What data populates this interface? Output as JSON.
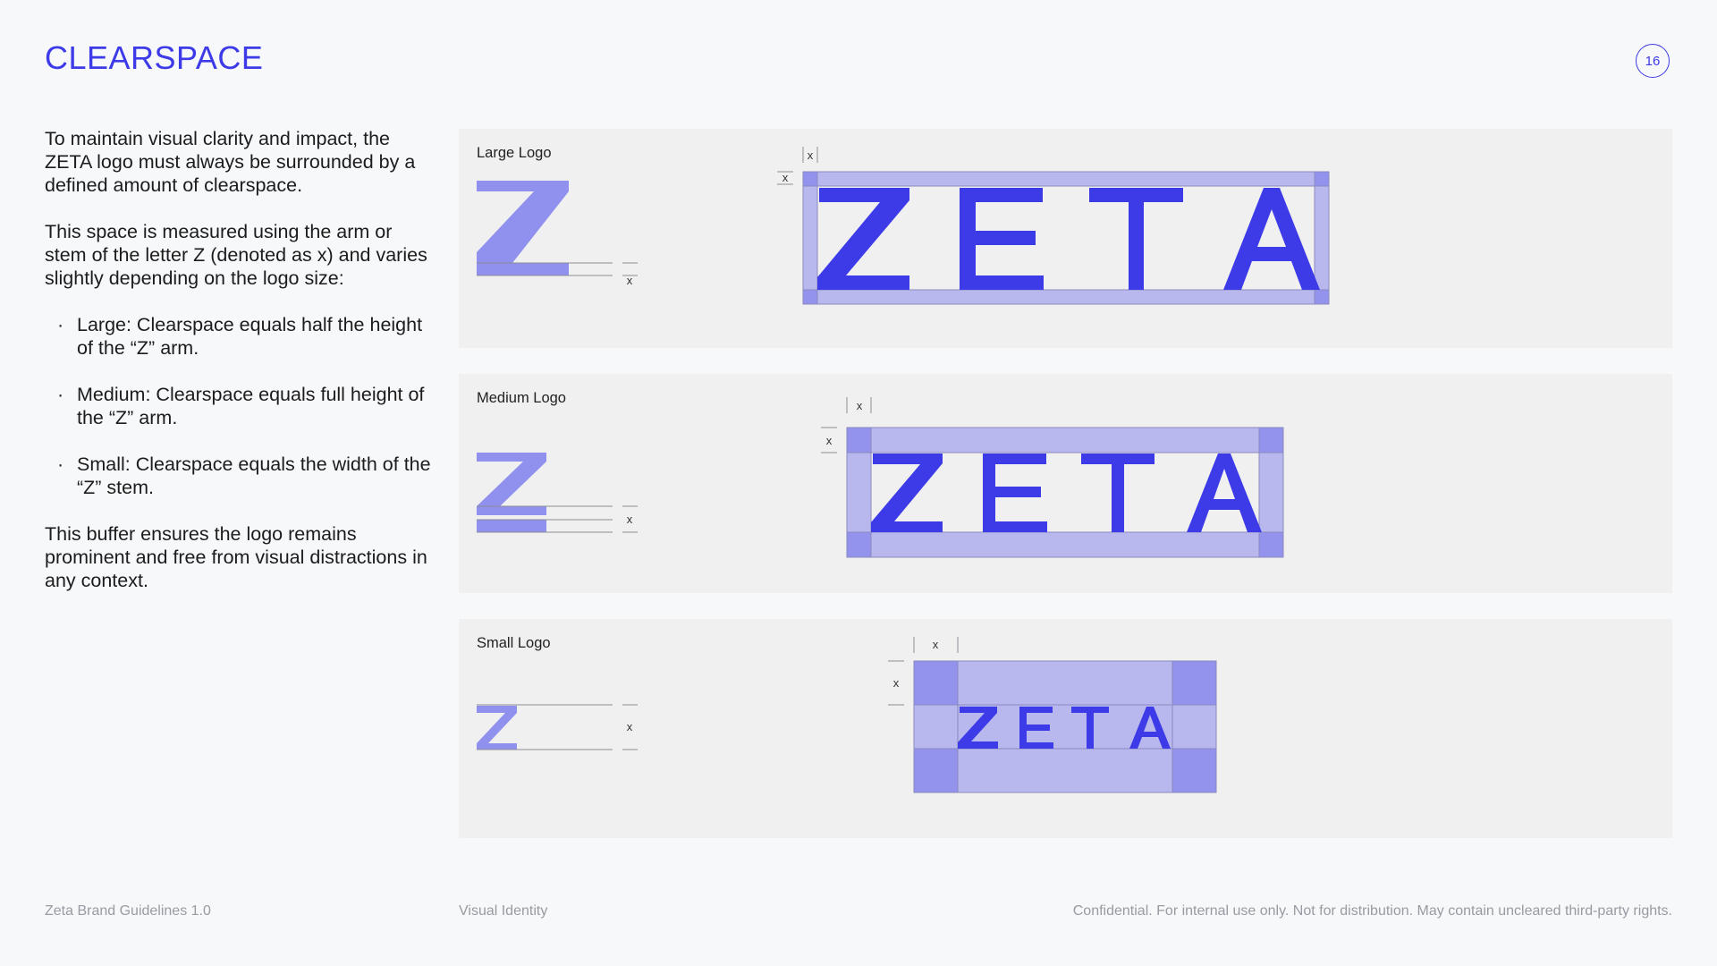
{
  "header": {
    "title": "CLEARSPACE",
    "page_number": "16"
  },
  "intro": {
    "paragraph1": "To maintain visual clarity and impact, the ZETA logo must always be surrounded by a defined amount of clearspace.",
    "paragraph2": "This space is measured using the arm or stem of the letter Z (denoted as x) and varies slightly depending on the logo size:",
    "bullet_glyph": "·",
    "bullets": [
      "Large: Clearspace equals half the height of the “Z” arm.",
      "Medium: Clearspace equals full height of the “Z” arm.",
      "Small: Clearspace equals the width of the “Z” stem."
    ],
    "paragraph3": "This buffer ensures the logo remains prominent and free from visual distractions in any context."
  },
  "panels": {
    "large": {
      "label": "Large Logo"
    },
    "medium": {
      "label": "Medium Logo"
    },
    "small": {
      "label": "Small Logo"
    }
  },
  "diagram": {
    "measure_symbol": "x",
    "wordmark_letters": [
      "Z",
      "E",
      "T",
      "A"
    ]
  },
  "colors": {
    "accent": "#3d3ae8",
    "z_light": "#9090ee",
    "clearspace_fill": "#b8b8ee",
    "corner_fill": "#9393ee",
    "panel_bg": "#f0f0f1",
    "page_bg": "#f7f8fa"
  },
  "footer": {
    "left": "Zeta Brand Guidelines 1.0",
    "center": "Visual Identity",
    "right": "Confidential. For internal use only. Not for distribution. May contain uncleared third-party rights."
  }
}
